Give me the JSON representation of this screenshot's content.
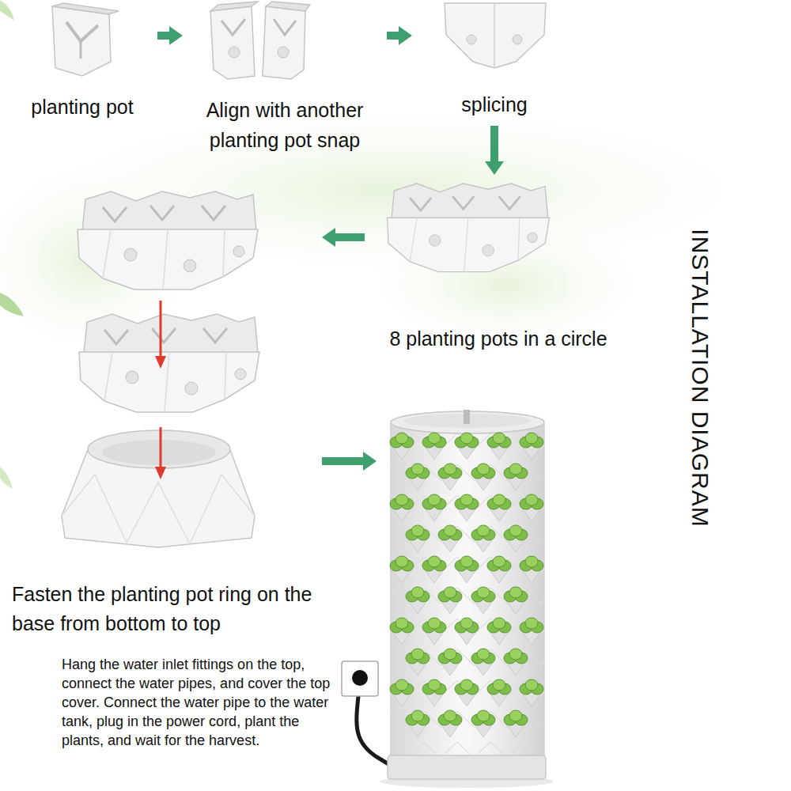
{
  "diagram": {
    "title": "INSTALLATION DIAGRAM",
    "nodes": [
      {
        "text": [
          "planting pot"
        ]
      },
      {
        "text": [
          "Align with another planting pot snap"
        ]
      },
      {
        "text": [
          "splicing"
        ]
      },
      {
        "text": [
          "8 planting pots in a circle"
        ]
      },
      {
        "text": [
          "Fasten the planting pot ring on the base from bottom to top"
        ]
      },
      {
        "text": [
          "Hang the water inlet fittings on the top, connect the water pipes, and cover the top cover. Connect the water pipe to the water tank, plug in the power cord, plant the plants, and wait for the harvest."
        ]
      }
    ],
    "edges": [
      {
        "from": 0,
        "to": 1,
        "arrow": "to"
      },
      {
        "from": 1,
        "to": 2,
        "arrow": "to"
      },
      {
        "from": 2,
        "to": 3,
        "arrow": "to"
      },
      {
        "from": 3,
        "to": 4,
        "arrow": "to"
      },
      {
        "from": 4,
        "to": 5,
        "arrow": "to"
      }
    ]
  }
}
